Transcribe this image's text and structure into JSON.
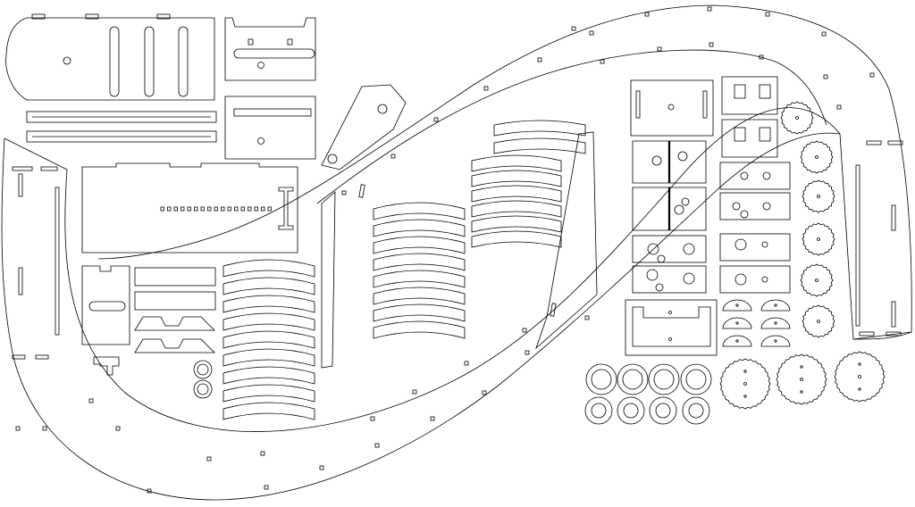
{
  "sheet": {
    "background": "#ffffff",
    "line_color": "#000000"
  },
  "parts": {
    "gear_rows": [
      3,
      3
    ],
    "ring_rows": [
      4,
      4
    ],
    "arc_stacks": [
      9,
      8,
      6,
      2
    ],
    "semicircle_rows": 3
  }
}
